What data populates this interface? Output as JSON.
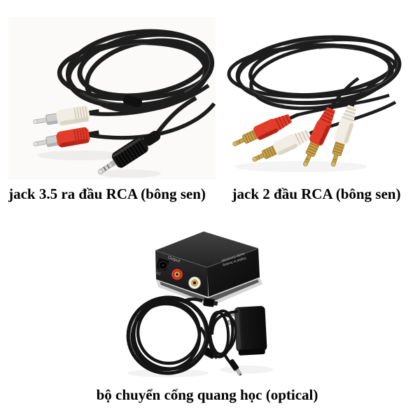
{
  "captions": {
    "left": "jack 3.5 ra đầu RCA (bông sen)",
    "right": "jack 2 đầu RCA (bông sen)",
    "bottom": "bộ chuyển cổng quang học (optical)"
  },
  "converter_box": {
    "front_label": "Output",
    "dc_label": "DC",
    "side_label_line1": "Digital to Analog",
    "side_label_line2": "Audio Converter"
  },
  "colors": {
    "background": "#ffffff",
    "caption_text": "#000000",
    "cable_black": "#1d1d1d",
    "rca_red": "#e23d2a",
    "rca_red_shade": "#ad2115",
    "rca_white": "#f2eee5",
    "rca_white_shade": "#d9d2c2",
    "gold": "#c9a24a",
    "silver": "#d0d0d0",
    "box_top": "#343434",
    "box_front": "#262626",
    "box_side": "#101010"
  }
}
